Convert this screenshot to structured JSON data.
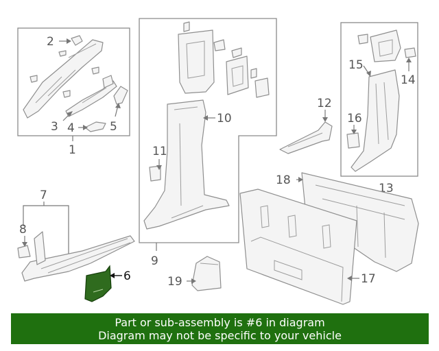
{
  "diagram": {
    "callouts": [
      "1",
      "2",
      "3",
      "4",
      "5",
      "6",
      "7",
      "8",
      "9",
      "10",
      "11",
      "12",
      "13",
      "14",
      "15",
      "16",
      "17",
      "18",
      "19"
    ],
    "highlight_color": "#2f6b1e"
  },
  "banner": {
    "line1": "Part or sub-assembly is #6 in diagram",
    "line2": "Diagram may not be specific to your vehicle",
    "color": "#1f700f"
  }
}
